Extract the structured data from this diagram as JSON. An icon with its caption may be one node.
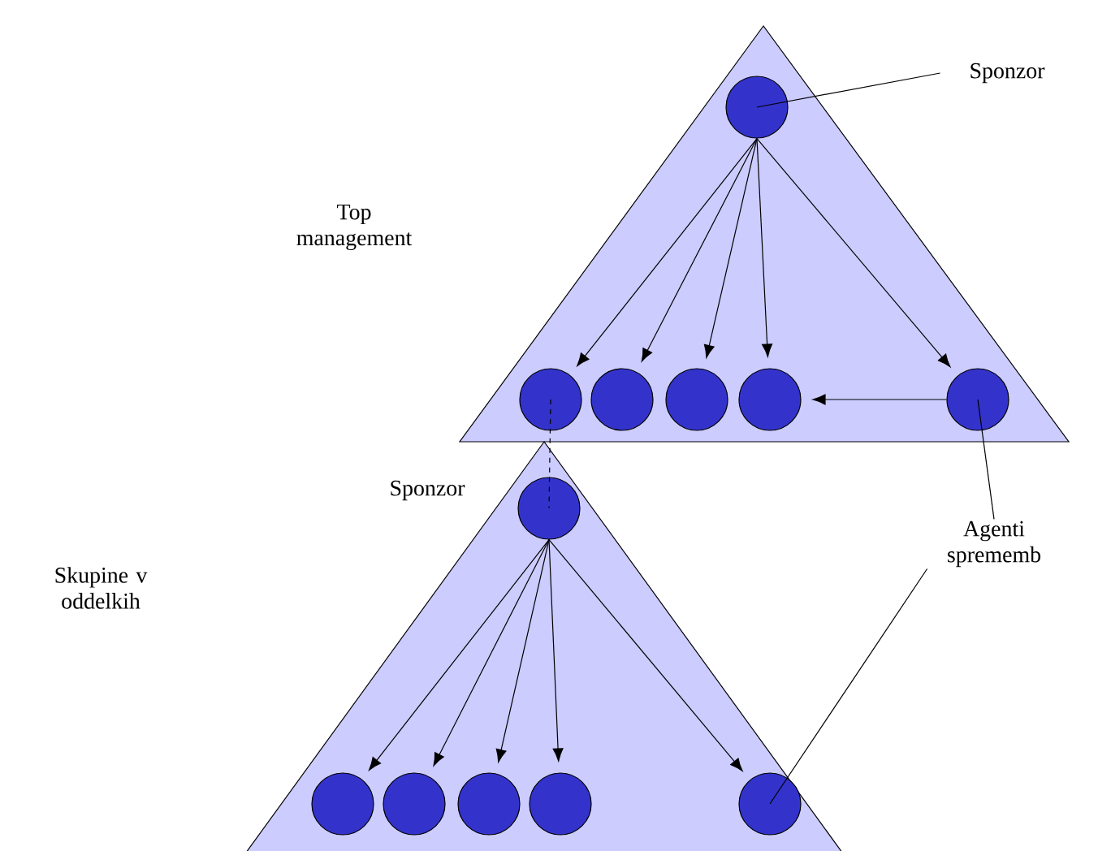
{
  "diagram": {
    "nodes": [
      {
        "text": [],
        "shape": "triangle"
      },
      {
        "text": [],
        "shape": "circle",
        "in": 0
      },
      {
        "text": [],
        "shape": "circle",
        "in": 0
      },
      {
        "text": [],
        "shape": "circle",
        "in": 0
      },
      {
        "text": [],
        "shape": "circle",
        "in": 0
      },
      {
        "text": [],
        "shape": "circle",
        "in": 0
      },
      {
        "text": [],
        "shape": "circle",
        "in": 0
      },
      {
        "text": [],
        "shape": "triangle"
      },
      {
        "text": [],
        "shape": "circle",
        "in": 7,
        "beside": [
          "Sponzor"
        ]
      },
      {
        "text": [],
        "shape": "circle",
        "in": 7
      },
      {
        "text": [],
        "shape": "circle",
        "in": 7
      },
      {
        "text": [],
        "shape": "circle",
        "in": 7
      },
      {
        "text": [],
        "shape": "circle",
        "in": 7
      },
      {
        "text": [],
        "shape": "circle",
        "in": 7
      },
      {
        "text": [
          "Sponzor"
        ]
      },
      {
        "text": [
          "Agenti sprememb"
        ]
      }
    ],
    "edges": [
      {
        "from": 1,
        "to": 2,
        "arrow": "to"
      },
      {
        "from": 1,
        "to": 3,
        "arrow": "to"
      },
      {
        "from": 1,
        "to": 4,
        "arrow": "to"
      },
      {
        "from": 1,
        "to": 5,
        "arrow": "to"
      },
      {
        "from": 1,
        "to": 6,
        "arrow": "to"
      },
      {
        "from": 6,
        "to": 5,
        "arrow": "to"
      },
      {
        "from": 8,
        "to": 9,
        "arrow": "to"
      },
      {
        "from": 8,
        "to": 10,
        "arrow": "to"
      },
      {
        "from": 8,
        "to": 11,
        "arrow": "to"
      },
      {
        "from": 8,
        "to": 12,
        "arrow": "to"
      },
      {
        "from": 8,
        "to": 13,
        "arrow": "to"
      },
      {
        "from": 2,
        "to": 8,
        "arrow": "none",
        "style": "dashed"
      },
      {
        "from": 14,
        "to": 1,
        "arrow": "none"
      },
      {
        "from": 15,
        "to": 6,
        "arrow": "none"
      },
      {
        "from": 15,
        "to": 13,
        "arrow": "none"
      }
    ],
    "labels": [
      "Top management",
      "Skupine v oddelkih"
    ]
  }
}
